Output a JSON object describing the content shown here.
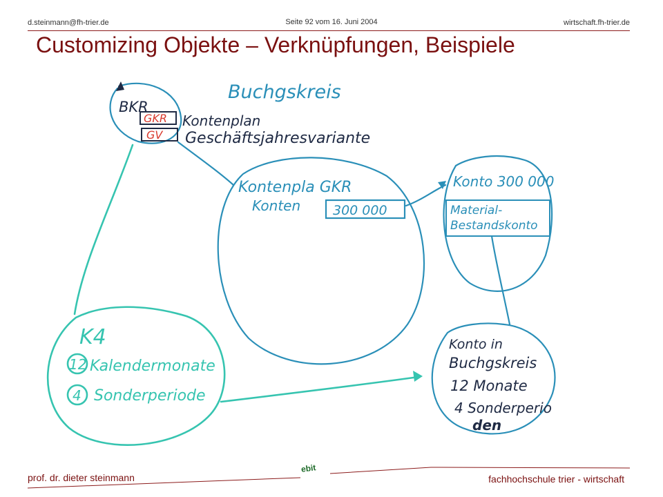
{
  "header": {
    "email": "d.steinmann@fh-trier.de",
    "page_info": "Seite 92 vom 16. Juni 2004",
    "website": "wirtschaft.fh-trier.de"
  },
  "title": "Customizing Objekte – Verknüpfungen, Beispiele",
  "sketch": {
    "buchungskreis": {
      "heading": "Buchgskreis",
      "bkr": "BKR",
      "gkr_tag": "GKR",
      "gv_tag": "GV",
      "kontenplan": "Kontenplan",
      "geschaeftsjahresvariante": "Geschäftsjahresvariante"
    },
    "kontenplan_circle": {
      "line1": "Kontenpla GKR",
      "line2": "Konten",
      "boxed": "300 000"
    },
    "konto_circle": {
      "line1": "Konto 300 000",
      "box_line1": "Material-",
      "box_line2": "Bestandskonto"
    },
    "k4_circle": {
      "line1": "K4",
      "num1": "12",
      "line2": "Kalendermonate",
      "num2": "4",
      "line3": "Sonderperiode"
    },
    "konto_bk_circle": {
      "line1": "Konto in",
      "line2": "Buchgskreis",
      "line3": "12 Monate",
      "line4": "4 Sonderperio",
      "line5": "den"
    },
    "colors": {
      "blue_ink": "#2a8fb8",
      "teal_ink": "#36c4b0",
      "dark_ink": "#1f2a44",
      "red_ink": "#d83a2e"
    }
  },
  "footer": {
    "author": "prof. dr. dieter steinmann",
    "logo": "ebit",
    "institution": "fachhochschule trier - wirtschaft"
  }
}
